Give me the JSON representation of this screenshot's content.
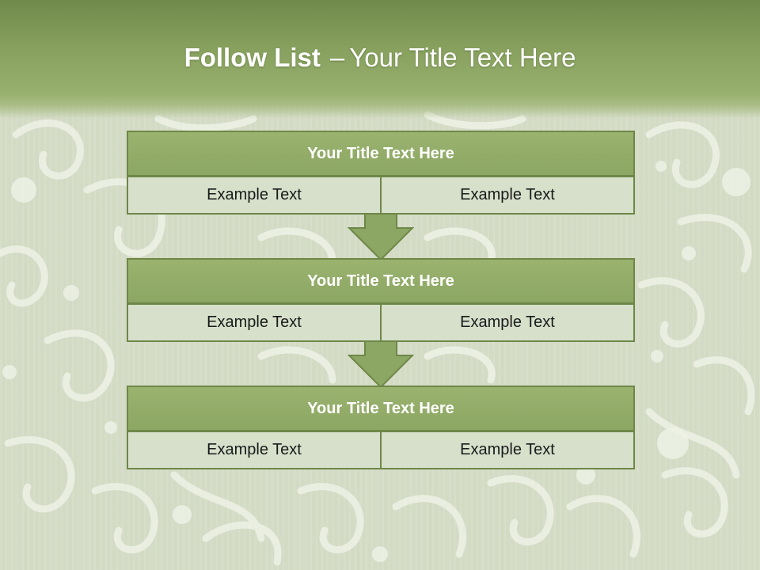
{
  "title": {
    "bold": "Follow List",
    "dash": "–",
    "rest": "Your Title Text Here"
  },
  "steps": [
    {
      "title": "Your Title Text Here",
      "left": "Example Text",
      "right": "Example Text"
    },
    {
      "title": "Your Title Text Here",
      "left": "Example Text",
      "right": "Example Text"
    },
    {
      "title": "Your Title Text Here",
      "left": "Example Text",
      "right": "Example Text"
    }
  ],
  "colors": {
    "header_green": "#7a9452",
    "block_head": "#93ad68",
    "block_border": "#6e8748",
    "cell_bg": "#d6e0cb",
    "arrow": "#8ca663"
  }
}
